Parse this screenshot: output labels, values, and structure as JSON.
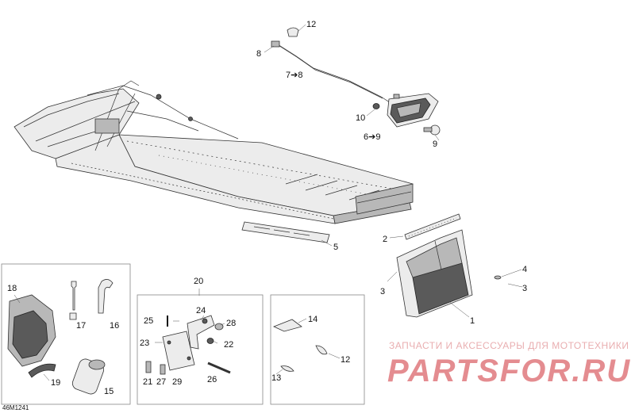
{
  "diagram_code": "46M1241",
  "watermark": {
    "tagline": "ЗАПЧАСТИ И АКСЕССУАРЫ ДЛЯ МОТОТЕХНИКИ",
    "brand": "PARTSFOR.RU"
  },
  "callouts": {
    "c1": "1",
    "c2": "2",
    "c3a": "3",
    "c3b": "3",
    "c4": "4",
    "c5": "5",
    "c6_9": "6➔9",
    "c7_8": "7➔8",
    "c8": "8",
    "c9": "9",
    "c10": "10",
    "c12a": "12",
    "c12b": "12",
    "c13": "13",
    "c14": "14",
    "c15": "15",
    "c16": "16",
    "c17": "17",
    "c18": "18",
    "c19": "19",
    "c20": "20",
    "c21": "21",
    "c22": "22",
    "c23": "23",
    "c24": "24",
    "c25": "25",
    "c26": "26",
    "c27": "27",
    "c28": "28",
    "c29": "29"
  }
}
